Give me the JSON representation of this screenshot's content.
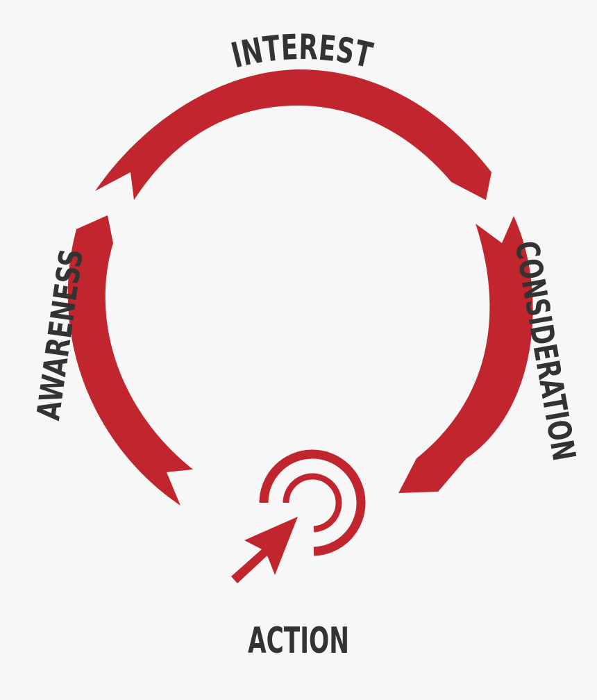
{
  "diagram": {
    "type": "cycle",
    "stages": [
      {
        "id": "interest",
        "label": "INTEREST"
      },
      {
        "id": "consideration",
        "label": "CONSIDERATION"
      },
      {
        "id": "action",
        "label": "ACTION"
      },
      {
        "id": "awareness",
        "label": "AWARENESS"
      }
    ],
    "icons": {
      "center": "click-target-cursor-icon"
    },
    "colors": {
      "accent": "#c1252d",
      "text": "#333333",
      "background": "#f7f7f7"
    }
  }
}
